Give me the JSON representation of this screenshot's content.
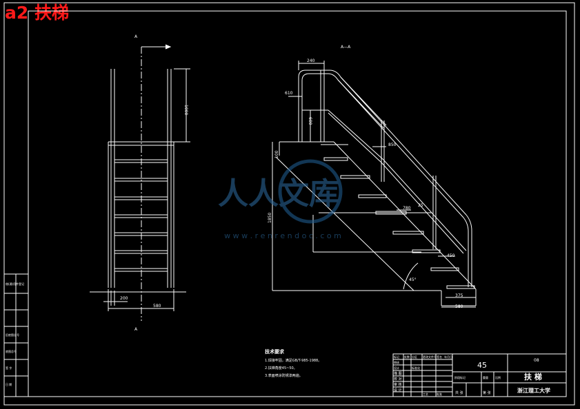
{
  "sheet": {
    "title": "a2 扶梯"
  },
  "views": {
    "front_marker_top": "A",
    "front_marker_bottom": "A",
    "section_title": "A—A"
  },
  "front_dims": {
    "d1": "1000",
    "d2": "200",
    "d3": "580"
  },
  "side_dims": {
    "d1": "240",
    "d2": "610",
    "d3": "600",
    "d4": "100",
    "d5": "850",
    "d6": "1850",
    "d7": "780",
    "d8": "25",
    "d9": "450",
    "d10": "45°",
    "d11": "375",
    "d12": "580"
  },
  "watermark": {
    "text": "人人文库",
    "url": "w w w . r e n r e n d o c . c o m"
  },
  "tech": {
    "title": "技术要求",
    "items": [
      "1.焊接牢固，满足GB/T-985-1988。",
      "2.扶梯角度45~50。",
      "3.表面喷涂防锈漆两遍。"
    ]
  },
  "title_block": {
    "scale": "45",
    "code": "08",
    "name": "扶 梯",
    "school": "浙江理工大学",
    "left_col": [
      "描 图",
      "校 对",
      "审 核",
      "设 计"
    ],
    "bottom_labels": [
      "共 张",
      "第 张"
    ],
    "small": [
      "标记",
      "处数",
      "分区",
      "更改文件号",
      "签名",
      "年月日",
      "设计",
      "标准化",
      "阶段标记",
      "重量",
      "比例",
      "审核",
      "工艺",
      "批准"
    ]
  },
  "side_table": {
    "cells": [
      "借(通)用件登记",
      "旧底图总号",
      "底图总号",
      "签 字",
      "日 期"
    ]
  }
}
